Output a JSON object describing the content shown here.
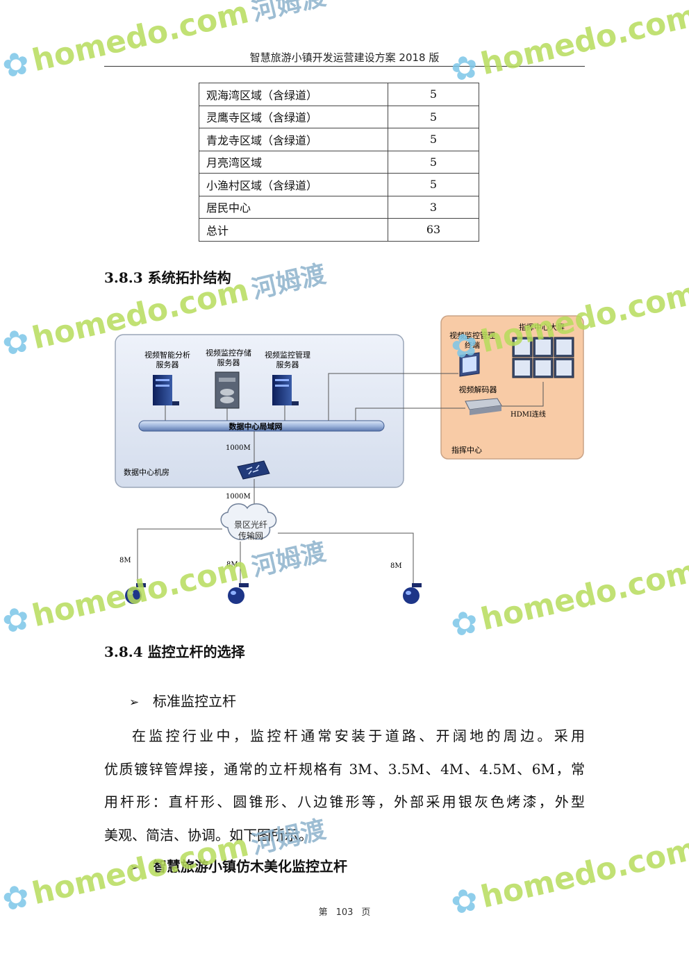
{
  "header": {
    "title": "智慧旅游小镇开发运营建设方案 2018 版"
  },
  "table": {
    "rows": [
      {
        "name": "观海湾区域（含绿道）",
        "count": "5"
      },
      {
        "name": "灵鹰寺区域（含绿道）",
        "count": "5"
      },
      {
        "name": "青龙寺区域（含绿道）",
        "count": "5"
      },
      {
        "name": "月亮湾区域",
        "count": "5"
      },
      {
        "name": "小渔村区域（含绿道）",
        "count": "5"
      },
      {
        "name": "居民中心",
        "count": "3"
      },
      {
        "name": "总计",
        "count": "63"
      }
    ]
  },
  "section_383": {
    "title": "3.8.3 系统拓扑结构"
  },
  "diagram": {
    "server_analysis": "视频智能分析服务器",
    "server_analysis_l1": "视频智能分析",
    "server_analysis_l2": "服务器",
    "server_storage_l1": "视频监控存储",
    "server_storage_l2": "服务器",
    "server_mgmt_l1": "视频监控管理",
    "server_mgmt_l2": "服务器",
    "lan": "数据中心局域网",
    "link_1000m_top": "1000M",
    "link_1000m_bottom": "1000M",
    "datacenter": "数据中心机房",
    "terminal_l1": "视频监控管理",
    "terminal_l2": "终端",
    "bigscreen": "指挥中心大屏",
    "decoder": "视频解码器",
    "hdmi": "HDMI连线",
    "command_center": "指挥中心",
    "cloud_l1": "景区光纤",
    "cloud_l2": "传输网",
    "link_8m_left": "8M",
    "link_8m_mid": "8M",
    "link_8m_right": "8M"
  },
  "section_384": {
    "title": "3.8.4 监控立杆的选择"
  },
  "bullet1": {
    "arrow": "➢",
    "text": "标准监控立杆"
  },
  "paragraph": {
    "line1": "在监控行业中，监控杆通常安装于道路、开阔地的周边。采用",
    "line2": "优质镀锌管焊接，通常的立杆规格有 3M、3.5M、4M、4.5M、6M，常",
    "line3": "用杆形：直杆形、圆锥形、八边锥形等，外部采用银灰色烤漆，外型",
    "line4": "美观、简洁、协调。如下图所示。"
  },
  "bullet2": {
    "arrow": "➢",
    "text": "智慧旅游小镇仿木美化监控立杆"
  },
  "footer": {
    "prefix": "第",
    "page": "103",
    "suffix": "页"
  },
  "watermark": {
    "brand": "homedo.com",
    "cn": "河姆渡"
  },
  "colors": {
    "datacenter_bg": "#dfe6f3",
    "command_bg": "#f7c9a3",
    "watermark_green": "#b7dc5c"
  }
}
